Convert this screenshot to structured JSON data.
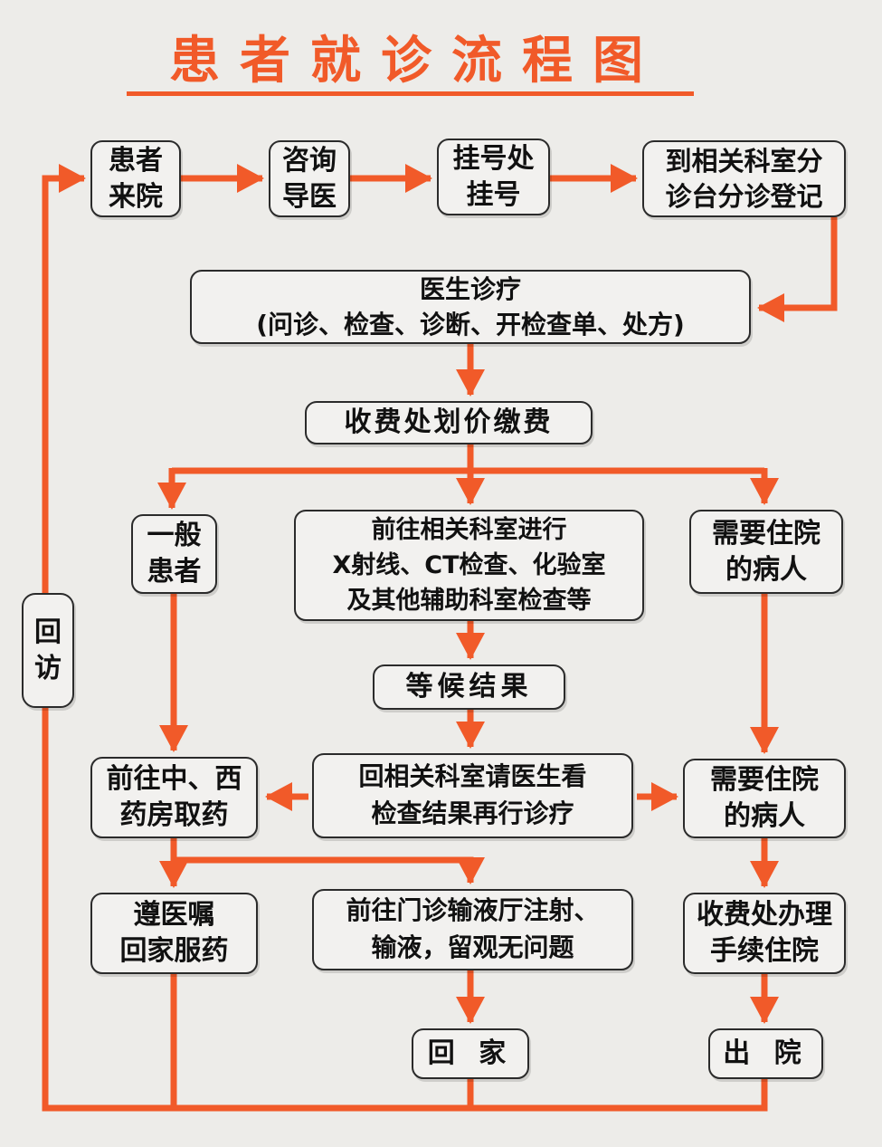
{
  "title": "患者就诊流程图",
  "colors": {
    "accent": "#F15A29",
    "canvas": "#EDECE9",
    "node_fill": "#F2F1EF",
    "node_border": "#2B2B2B",
    "node_text": "#111111"
  },
  "nodes": {
    "arrive": {
      "label": "患者\n来院"
    },
    "consult": {
      "label": "咨询\n导医"
    },
    "register": {
      "label": "挂号处\n挂号"
    },
    "triage": {
      "label": "到相关科室分\n诊台分诊登记"
    },
    "doctor": {
      "label": "医生诊疗\n(问诊、检查、诊断、开检查单、处方)"
    },
    "pay": {
      "label": "收费处划价缴费"
    },
    "general": {
      "label": "一般\n患者"
    },
    "tests": {
      "label": "前往相关科室进行\nX射线、CT检查、化验室\n及其他辅助科室检查等"
    },
    "hospital_1": {
      "label": "需要住院\n的病人"
    },
    "followup": {
      "label": "回\n访"
    },
    "wait_results": {
      "label": "等候结果"
    },
    "pharmacy": {
      "label": "前往中、西\n药房取药"
    },
    "review": {
      "label": "回相关科室请医生看\n检查结果再行诊疗"
    },
    "hospital_2": {
      "label": "需要住院\n的病人"
    },
    "home_medication": {
      "label": "遵医嘱\n回家服药"
    },
    "infusion": {
      "label": "前往门诊输液厅注射、\n输液，留观无问题"
    },
    "admission": {
      "label": "收费处办理\n手续住院"
    },
    "go_home": {
      "label": "回 家"
    },
    "discharge": {
      "label": "出 院"
    }
  }
}
